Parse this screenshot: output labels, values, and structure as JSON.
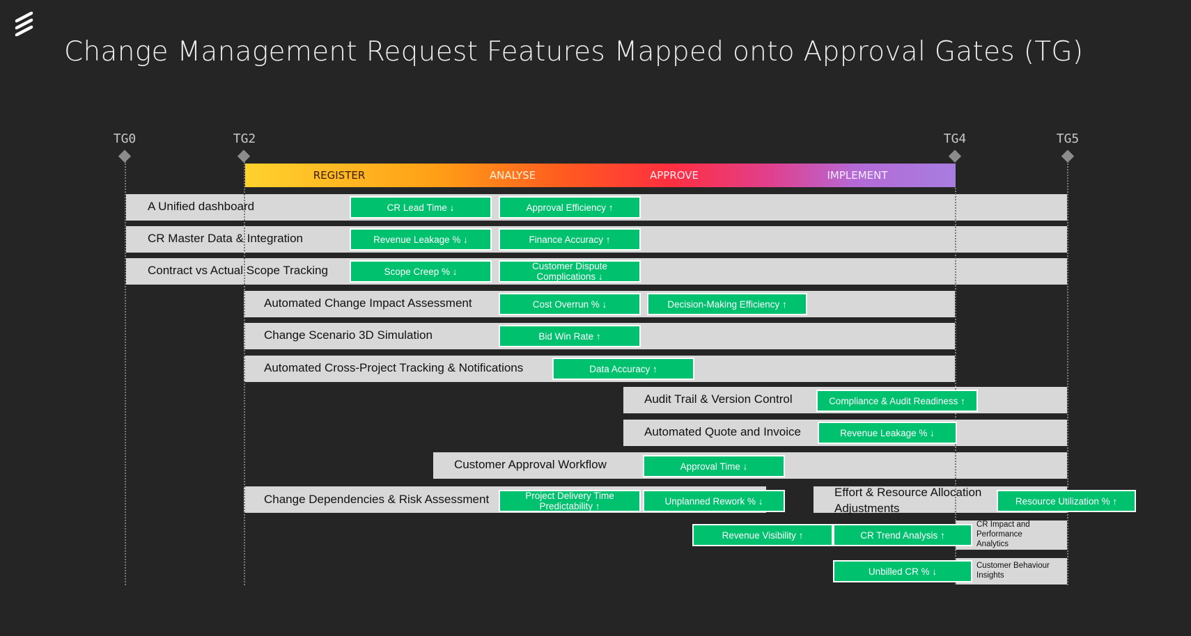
{
  "title": "Change Management Request Features Mapped onto Approval Gates (TG)",
  "gates": [
    "TG0",
    "TG2",
    "TG4",
    "TG5"
  ],
  "phases": [
    "REGISTER",
    "ANALYSE",
    "APPROVE",
    "IMPLEMENT"
  ],
  "features": [
    "A Unified dashboard",
    "CR Master Data & Integration",
    "Contract vs Actual Scope Tracking",
    "Automated Change Impact Assessment",
    "Change Scenario 3D Simulation",
    "Automated Cross-Project Tracking & Notifications",
    "Audit Trail & Version Control",
    "Automated Quote and Invoice",
    "Customer Approval Workflow",
    "Change Dependencies & Risk Assessment",
    "Effort & Resource Allocation Adjustments",
    "CR Impact and Performance Analytics",
    "Customer Behaviour Insights"
  ],
  "kpis": {
    "cr_lead_time": "CR Lead Time ↓",
    "approval_efficiency": "Approval Efficiency ↑",
    "revenue_leakage_1": "Revenue Leakage % ↓",
    "finance_accuracy": "Finance Accuracy ↑",
    "scope_creep": "Scope Creep % ↓",
    "customer_dispute": "Customer Dispute Complications ↓",
    "cost_overrun": "Cost Overrun % ↓",
    "decision_making": "Decision-Making Efficiency ↑",
    "bid_win_rate": "Bid Win Rate ↑",
    "data_accuracy": "Data Accuracy ↑",
    "compliance": "Compliance & Audit Readiness ↑",
    "revenue_leakage_2": "Revenue Leakage % ↓",
    "approval_time": "Approval Time ↓",
    "delivery_predictability": "Project Delivery Time Predictability ↑",
    "unplanned_rework": "Unplanned Rework % ↓",
    "resource_utilization": "Resource Utilization % ↑",
    "revenue_visibility": "Revenue Visibility ↑",
    "cr_trend": "CR Trend Analysis ↑",
    "unbilled_cr": "Unbilled CR % ↓"
  }
}
